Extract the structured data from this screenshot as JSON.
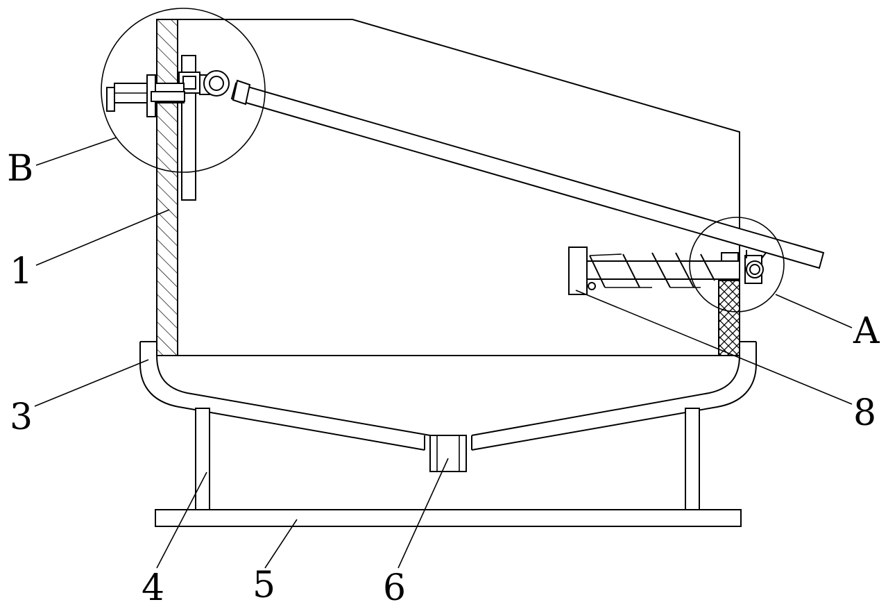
{
  "labels": {
    "part_1": "1",
    "part_3": "3",
    "part_4": "4",
    "part_5": "5",
    "part_6": "6",
    "part_8": "8",
    "detail_a": "A",
    "detail_b": "B"
  }
}
